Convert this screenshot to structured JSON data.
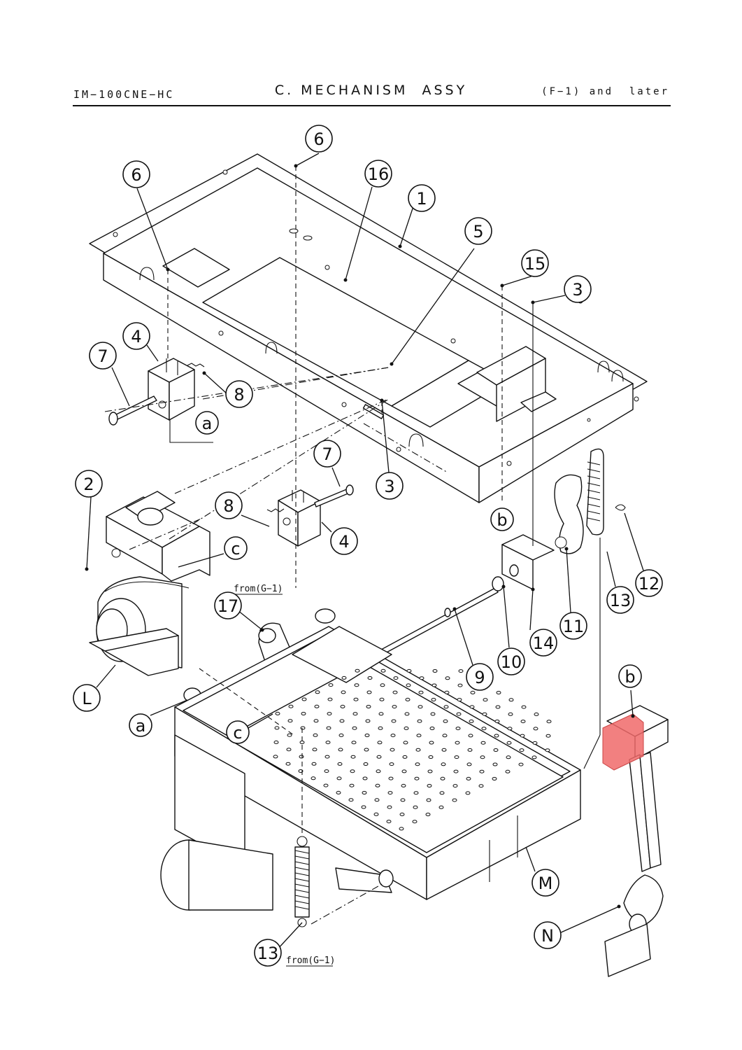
{
  "header": {
    "model": "IM−100CNE−HC",
    "title": "C. MECHANISM  ASSY",
    "serial_range": "(F−1) and  later"
  },
  "callouts": [
    {
      "label": "1"
    },
    {
      "label": "2"
    },
    {
      "label": "3"
    },
    {
      "label": "3"
    },
    {
      "label": "4"
    },
    {
      "label": "4"
    },
    {
      "label": "5"
    },
    {
      "label": "6"
    },
    {
      "label": "6"
    },
    {
      "label": "7"
    },
    {
      "label": "7"
    },
    {
      "label": "8"
    },
    {
      "label": "8"
    },
    {
      "label": "9"
    },
    {
      "label": "10"
    },
    {
      "label": "11"
    },
    {
      "label": "12"
    },
    {
      "label": "13"
    },
    {
      "label": "13"
    },
    {
      "label": "14"
    },
    {
      "label": "15"
    },
    {
      "label": "16"
    },
    {
      "label": "17"
    },
    {
      "label": "a"
    },
    {
      "label": "a"
    },
    {
      "label": "b"
    },
    {
      "label": "b"
    },
    {
      "label": "c"
    },
    {
      "label": "c"
    },
    {
      "label": "L"
    },
    {
      "label": "M"
    },
    {
      "label": "N"
    }
  ],
  "notes": {
    "from_g1_top": "from(G−1)",
    "from_g1_bottom": "from(G−1)"
  },
  "highlight_color": "#f06a6a"
}
